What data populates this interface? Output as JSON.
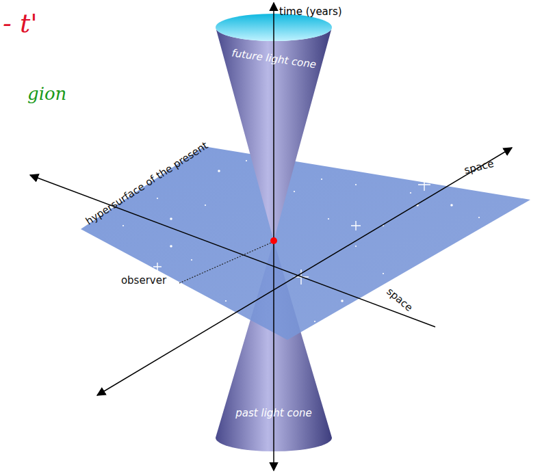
{
  "diagram": {
    "labels": [
      "- t'",
      "gion",
      "time (years)",
      "future light cone",
      "hypersurface of the present",
      "space",
      "space",
      "observer",
      "past light cone"
    ]
  }
}
